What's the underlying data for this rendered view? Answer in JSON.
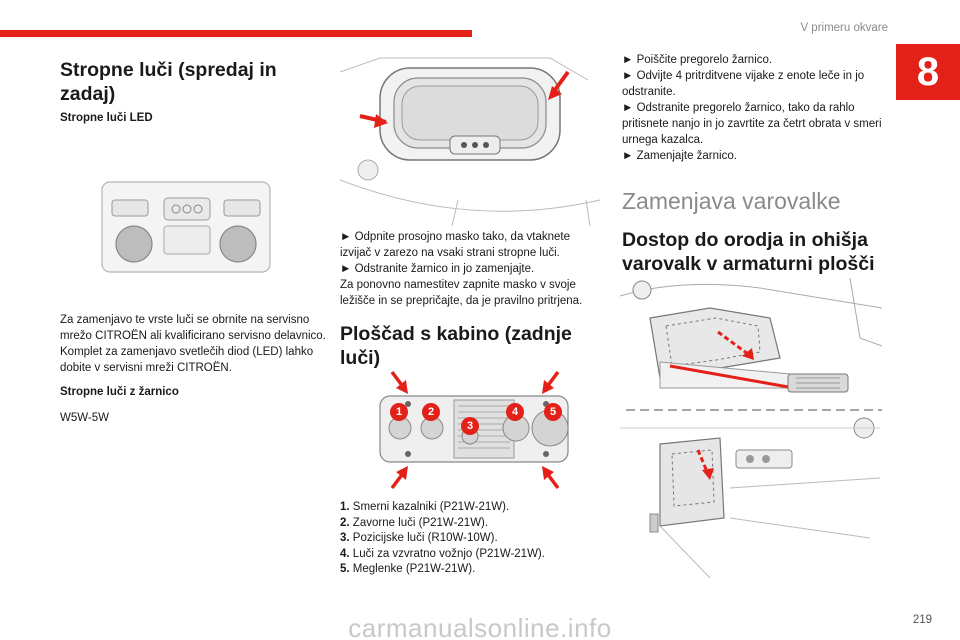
{
  "header": {
    "section_title": "V primeru okvare",
    "chapter_number": "8"
  },
  "left": {
    "title": "Stropne luči (spredaj in zadaj)",
    "subtitle_led": "Stropne luči LED",
    "para1": "Za zamenjavo te vrste luči se obrnite na servisno mrežo CITROËN ali kvalificirano servisno delavnico.",
    "para2": "Komplet za zamenjavo svetlečih diod (LED) lahko dobite v servisni mreži CITROËN.",
    "subtitle_bulb": "Stropne luči z žarnico",
    "bulb_type": "W5W-5W"
  },
  "middle": {
    "step1": "► Odpnite prosojno masko tako, da vtaknete izvijač v zarezo na vsaki strani stropne luči.",
    "step2": "► Odstranite žarnico in jo zamenjajte.",
    "step3": "Za ponovno namestitev zapnite masko v svoje ležišče in se prepričajte, da je pravilno pritrjena.",
    "title2": "Ploščad s kabino (zadnje luči)",
    "callouts": [
      "1",
      "2",
      "3",
      "4",
      "5"
    ],
    "list": [
      {
        "num": "1.",
        "text": "Smerni kazalniki (P21W-21W)."
      },
      {
        "num": "2.",
        "text": "Zavorne luči (P21W-21W)."
      },
      {
        "num": "3.",
        "text": "Pozicijske luči (R10W-10W)."
      },
      {
        "num": "4.",
        "text": "Luči za vzvratno vožnjo (P21W-21W)."
      },
      {
        "num": "5.",
        "text": "Meglenke (P21W-21W)."
      }
    ]
  },
  "right": {
    "step1": "► Poiščite pregorelo žarnico.",
    "step2": "► Odvijte 4 pritrditvene vijake z enote leče in jo odstranite.",
    "step3": "► Odstranite pregorelo žarnico, tako da rahlo pritisnete nanjo in jo zavrtite za četrt obrata v smeri urnega kazalca.",
    "step4": "► Zamenjajte žarnico.",
    "gray_title": "Zamenjava varovalke",
    "title3": "Dostop do orodja in ohišja varovalk v armaturni plošči"
  },
  "footer": {
    "page_number": "219",
    "watermark": "carmanualsonline.info"
  },
  "colors": {
    "accent": "#e32119",
    "gray_text": "#8a8a8a"
  }
}
